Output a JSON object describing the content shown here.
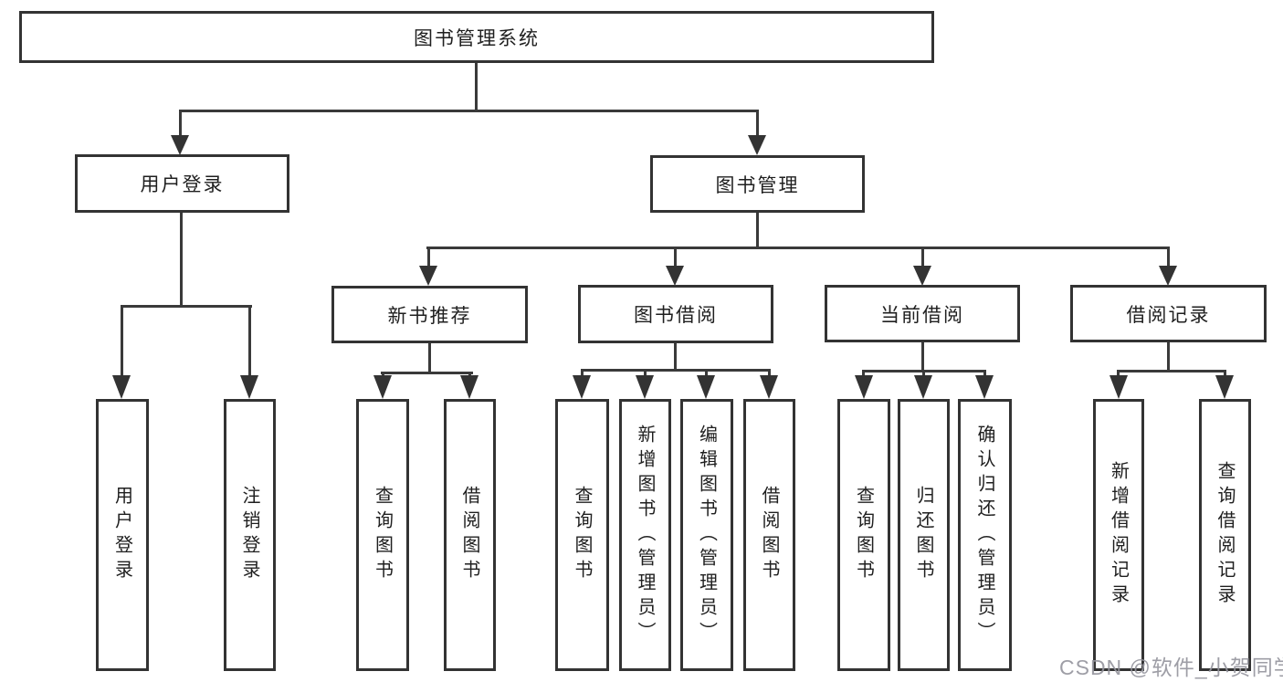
{
  "diagram": {
    "type": "hierarchy-tree",
    "root": {
      "label": "图书管理系统"
    },
    "level2": {
      "user_login": {
        "label": "用户登录"
      },
      "book_mgmt": {
        "label": "图书管理"
      }
    },
    "level3": {
      "new_book": {
        "label": "新书推荐"
      },
      "book_borrow": {
        "label": "图书借阅"
      },
      "current_borrow": {
        "label": "当前借阅"
      },
      "borrow_records": {
        "label": "借阅记录"
      }
    },
    "leaves": {
      "user_login": [
        {
          "label": "用户登录"
        },
        {
          "label": "注销登录"
        }
      ],
      "new_book": [
        {
          "label": "查询图书"
        },
        {
          "label": "借阅图书"
        }
      ],
      "book_borrow": [
        {
          "label": "查询图书"
        },
        {
          "label": "新增图书（管理员）"
        },
        {
          "label": "编辑图书（管理员）"
        },
        {
          "label": "借阅图书"
        }
      ],
      "current_borrow": [
        {
          "label": "查询图书"
        },
        {
          "label": "归还图书"
        },
        {
          "label": "确认归还（管理员）"
        }
      ],
      "borrow_records": [
        {
          "label": "新增借阅记录"
        },
        {
          "label": "查询借阅记录"
        }
      ]
    }
  },
  "watermark": "CSDN @软件_小贺同学",
  "colors": {
    "background": "#ffffff",
    "box_border": "#333333",
    "connector": "#3a3a3a",
    "text": "#1f1f1f",
    "watermark": "#94949c"
  }
}
